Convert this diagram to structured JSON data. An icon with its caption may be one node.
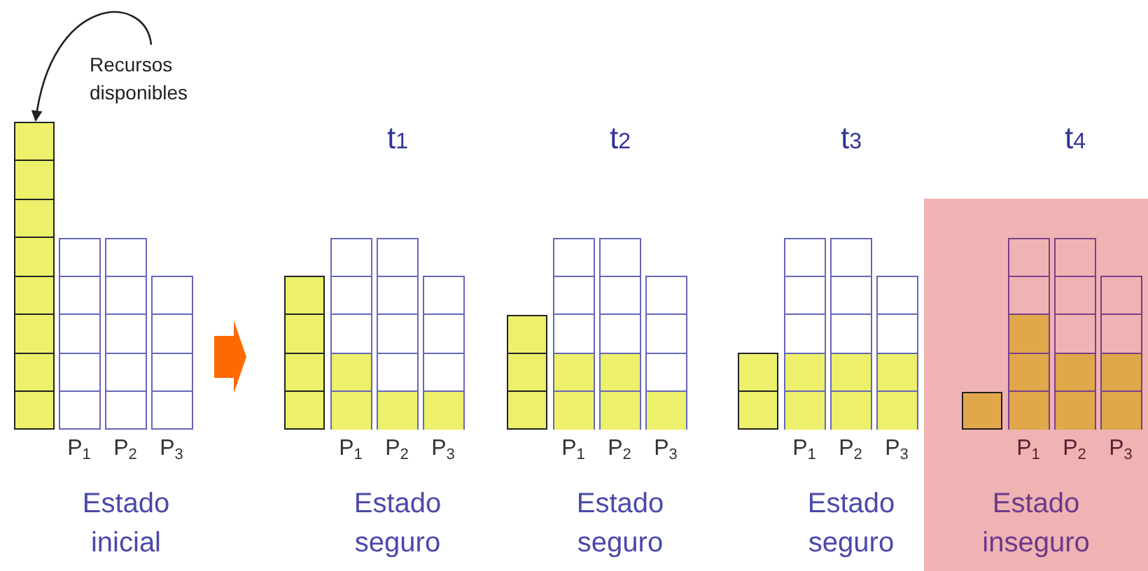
{
  "diagram": {
    "nodes": [
      {
        "text": [
          "Recursos disponibles"
        ]
      },
      {
        "text": [],
        "shape": "bar"
      },
      {
        "text": [
          "Estado inseguro"
        ]
      }
    ],
    "edges": [
      {
        "from": 0,
        "to": 1,
        "arrow": "to"
      }
    ],
    "labels": [
      "t$_{1}$",
      "t$_{2}$",
      "t$_{3}$",
      "t$_{4}$",
      "P$_{1}$",
      "P$_{2}$",
      "P$_{3}$",
      "P$_{1}$",
      "P$_{2}$",
      "P$_{3}$",
      "P$_{1}$",
      "P$_{2}$",
      "P$_{3}$",
      "P$_{1}$",
      "P$_{2}$",
      "P$_{3}$",
      "P$_{1}$",
      "P$_{2}$",
      "P$_{3}$",
      "Estado inicial",
      "Estado seguro",
      "Estado seguro",
      "Estado seguro"
    ]
  }
}
